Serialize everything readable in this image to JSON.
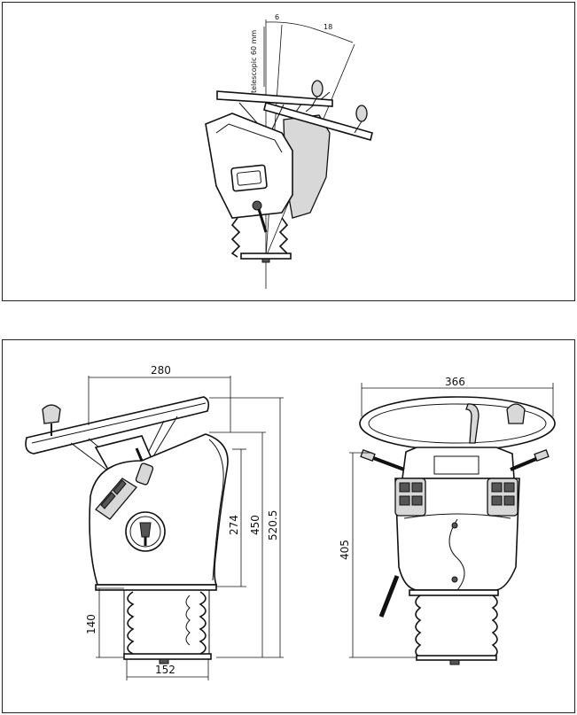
{
  "top_view": {
    "tilt_forward_label": "6",
    "tilt_back_label": "18",
    "telescopic_label": "telescopic 60 mm"
  },
  "side_view": {
    "width_label": "280",
    "height_body_label": "274",
    "height_col_label": "450",
    "height_total_label": "520.5",
    "bellows_label": "140",
    "base_label": "152"
  },
  "front_view": {
    "width_label": "366",
    "height_label": "405"
  },
  "colors": {
    "line": "#111111",
    "shade": "#d8d8d8",
    "frame": "#222222"
  }
}
